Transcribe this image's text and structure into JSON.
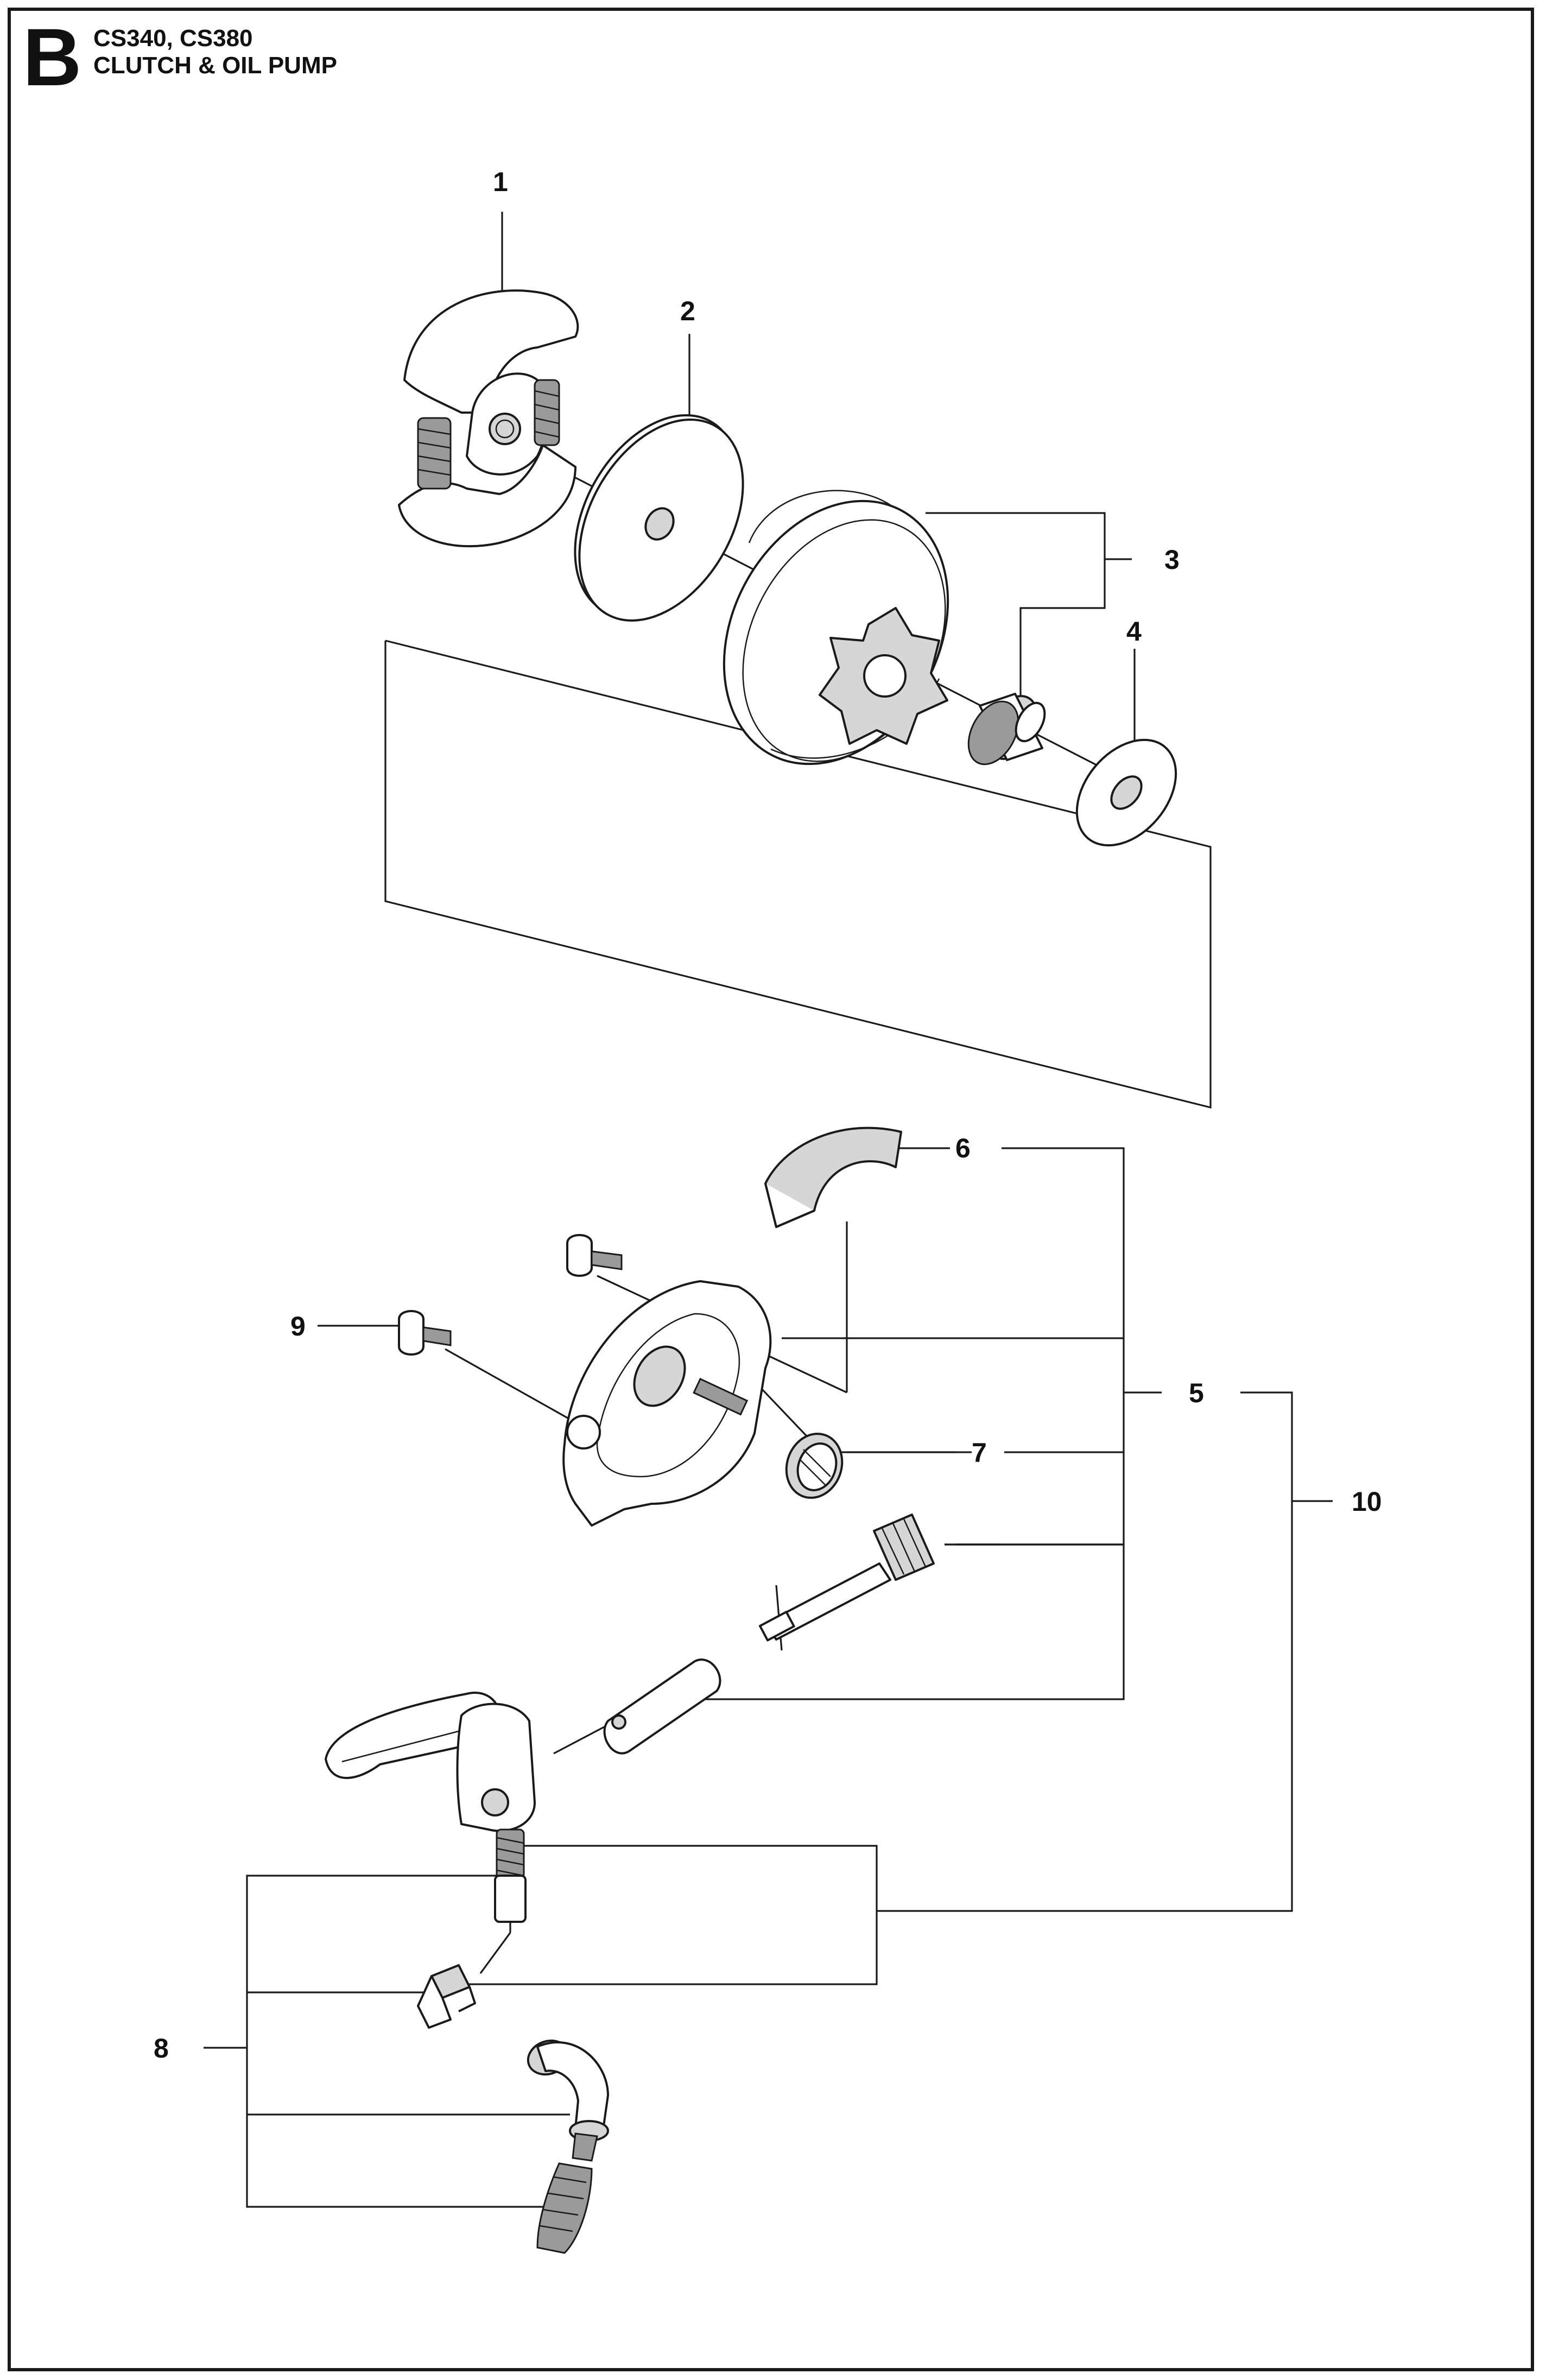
{
  "header": {
    "letter": "B",
    "models": "CS340, CS380",
    "section": "CLUTCH & OIL PUMP"
  },
  "callouts": [
    "1",
    "2",
    "3",
    "4",
    "5",
    "6",
    "7",
    "8",
    "9",
    "10"
  ]
}
